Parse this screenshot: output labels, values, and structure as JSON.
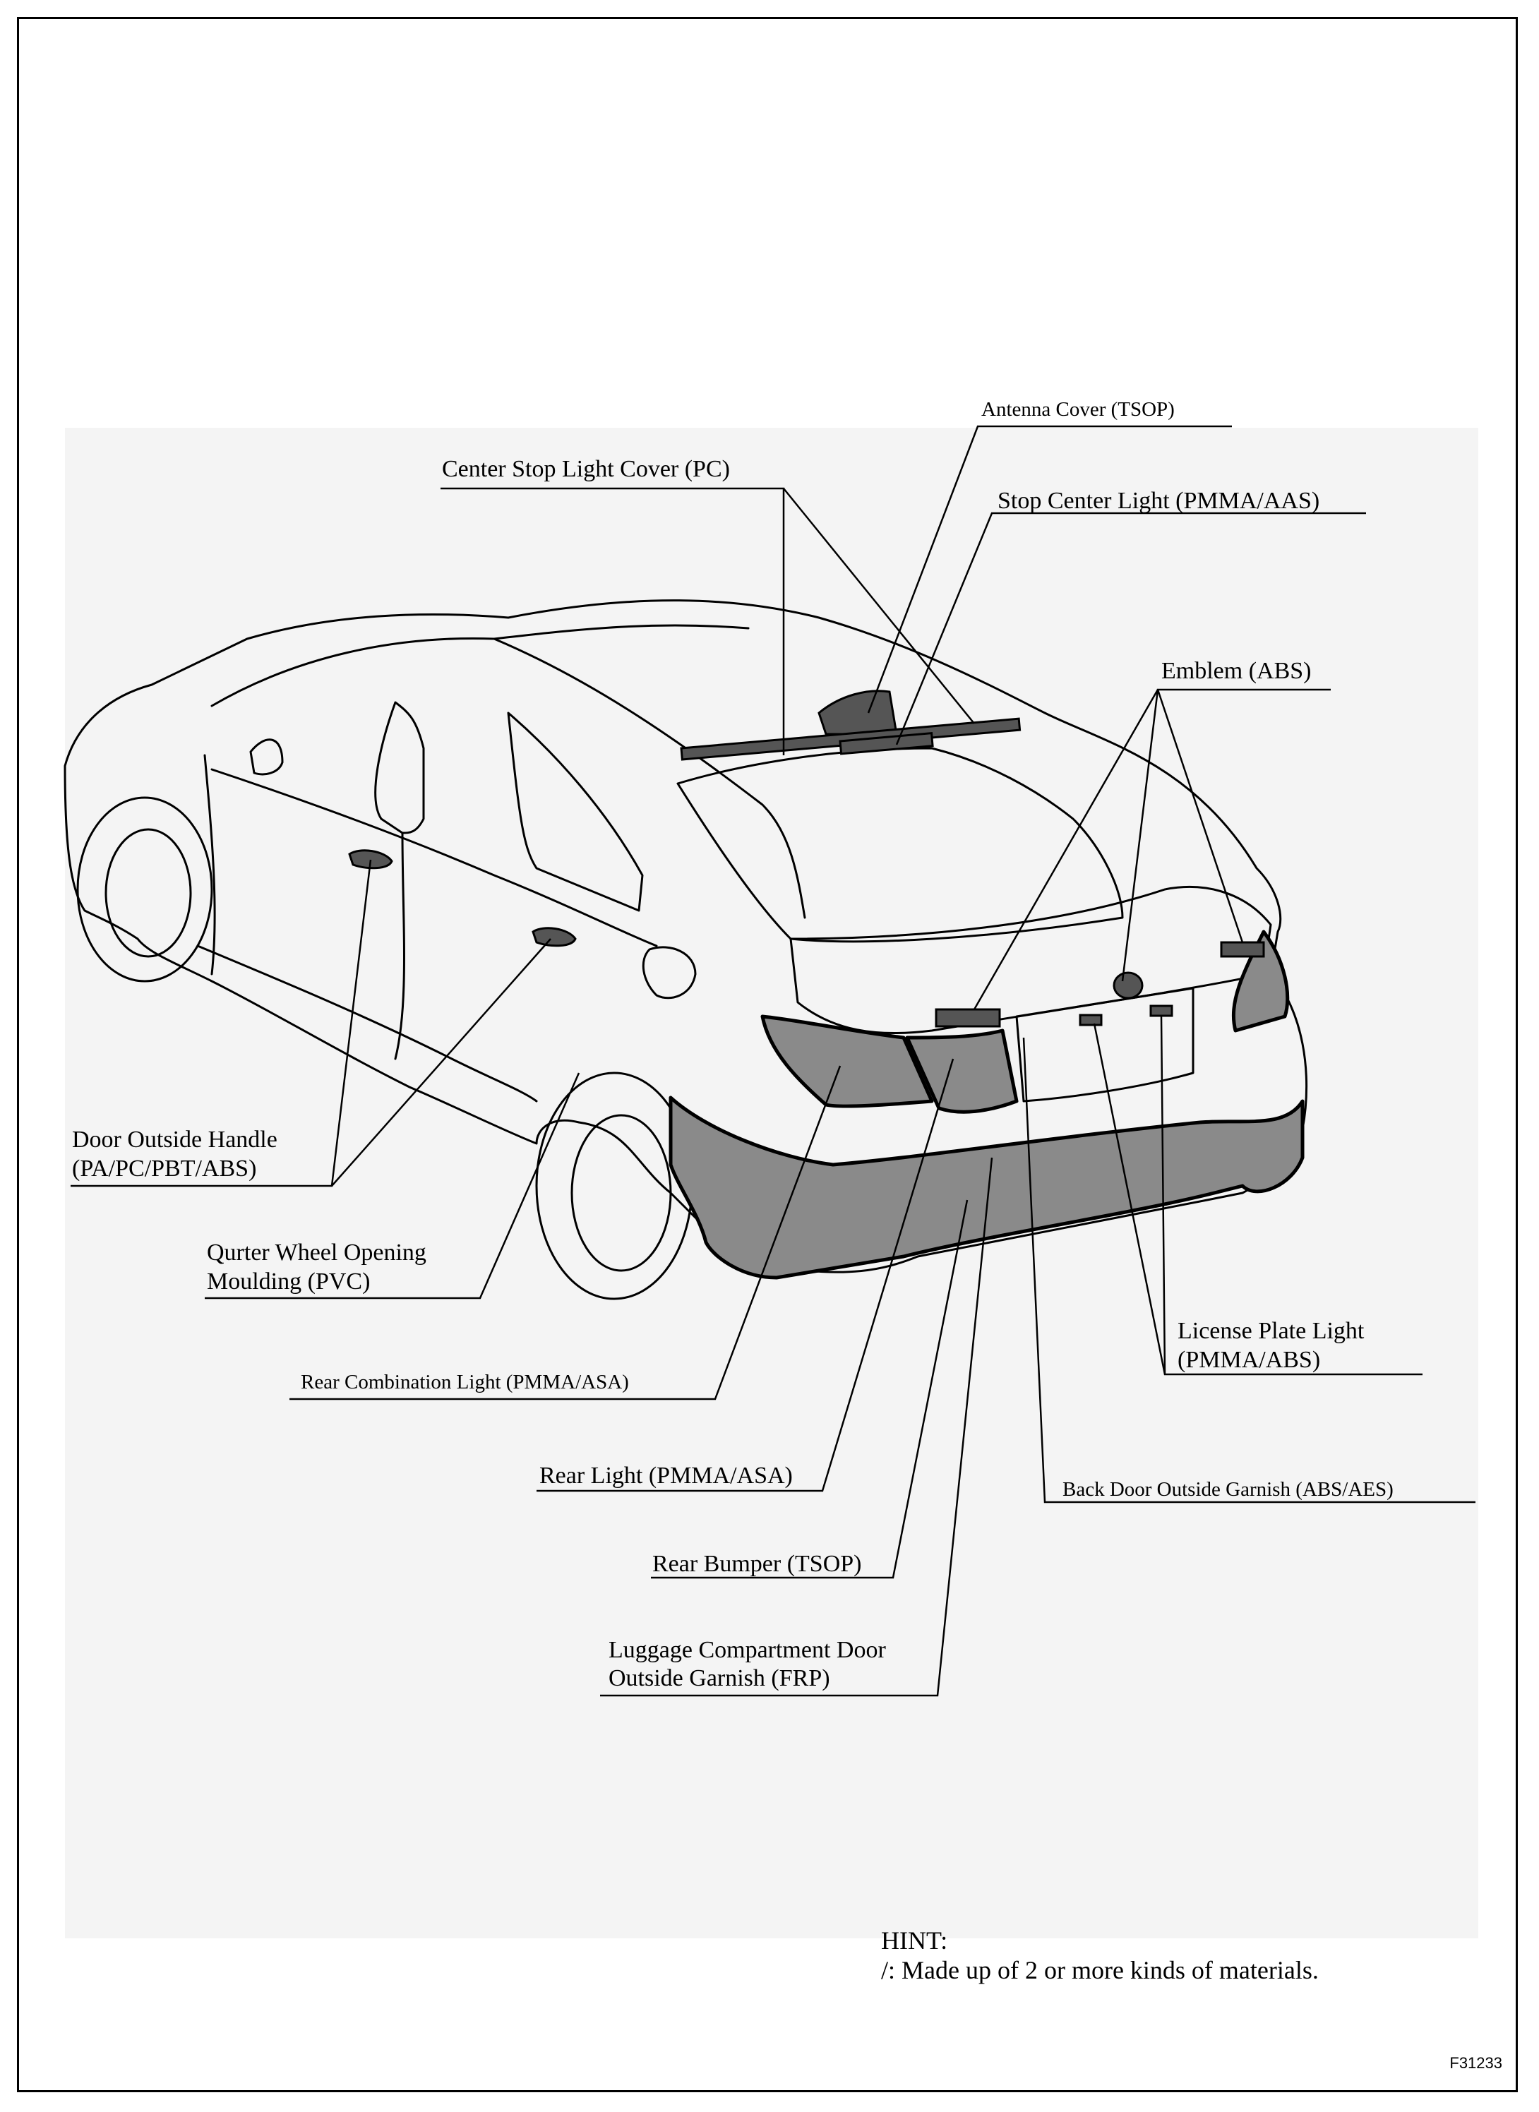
{
  "labels": {
    "antenna_cover": "Antenna Cover (TSOP)",
    "center_stop_light_cover": "Center Stop Light Cover (PC)",
    "stop_center_light": "Stop Center Light (PMMA/AAS)",
    "emblem": "Emblem (ABS)",
    "door_outside_handle_line1": "Door Outside Handle",
    "door_outside_handle_line2": "(PA/PC/PBT/ABS)",
    "quarter_wheel_line1": "Qurter Wheel Opening",
    "quarter_wheel_line2": "Moulding (PVC)",
    "license_plate_light_line1": "License Plate Light",
    "license_plate_light_line2": "(PMMA/ABS)",
    "rear_combination_light": "Rear Combination Light (PMMA/ASA)",
    "rear_light": "Rear Light (PMMA/ASA)",
    "back_door_outside_garnish": "Back Door Outside Garnish (ABS/AES)",
    "rear_bumper": "Rear Bumper (TSOP)",
    "luggage_garnish_line1": "Luggage Compartment Door",
    "luggage_garnish_line2": "Outside Garnish (FRP)"
  },
  "hint": {
    "title": "HINT:",
    "text": "/:  Made up of 2 or more kinds of materials."
  },
  "figure_id": "F31233",
  "colors": {
    "ink": "#000000",
    "highlight_fill": "#8a8a8a",
    "background_tone": "#f3f3f3"
  }
}
